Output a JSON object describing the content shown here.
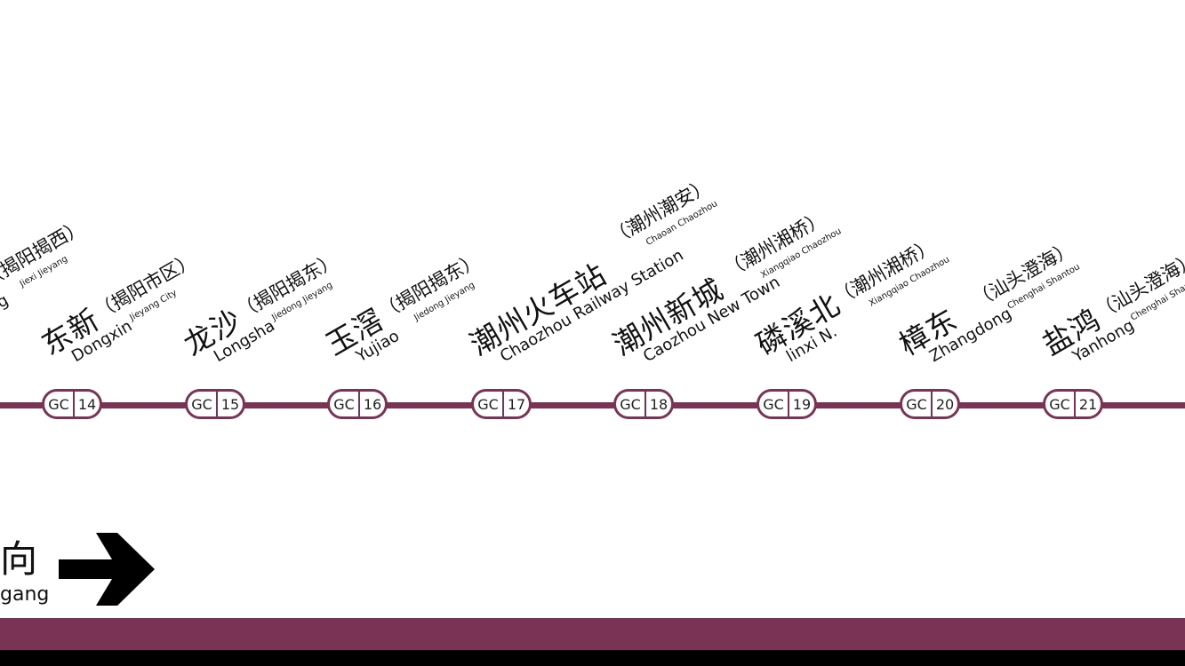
{
  "line": {
    "color": "#7a3354",
    "code": "GC"
  },
  "stations": [
    {
      "zh": "",
      "en": "ng",
      "group_zh": "揭阳揭西",
      "group_en": "Jiexi Jieyang",
      "num": ""
    },
    {
      "zh": "东新",
      "en": "Dongxin",
      "group_zh": "揭阳市区",
      "group_en": "Jieyang City",
      "num": "14"
    },
    {
      "zh": "龙沙",
      "en": "Longsha",
      "group_zh": "揭阳揭东",
      "group_en": "Jiedong Jieyang",
      "num": "15"
    },
    {
      "zh": "玉滘",
      "en": "Yujiao",
      "group_zh": "揭阳揭东",
      "group_en": "Jiedong Jieyang",
      "num": "16"
    },
    {
      "zh": "潮州火车站",
      "en": "Chaozhou Railway Station",
      "group_zh": "潮州潮安",
      "group_en": "Chaoan Chaozhou",
      "num": "17"
    },
    {
      "zh": "潮州新城",
      "en": "Caozhou New Town",
      "group_zh": "潮州湘桥",
      "group_en": "Xiangqiao Chaozhou",
      "num": "18"
    },
    {
      "zh": "磷溪北",
      "en": "linxi N.",
      "group_zh": "潮州湘桥",
      "group_en": "Xiangqiao Chaozhou",
      "num": "19"
    },
    {
      "zh": "樟东",
      "en": "Zhangdong",
      "group_zh": "汕头澄海",
      "group_en": "Chenghai Shantou",
      "num": "20"
    },
    {
      "zh": "盐鸿",
      "en": "Yanhong",
      "group_zh": "汕头澄海",
      "group_en": "Chenghai Shantou",
      "num": "21"
    }
  ],
  "direction": {
    "zh": "向",
    "en": "gang",
    "icon": "right-arrow-icon"
  }
}
